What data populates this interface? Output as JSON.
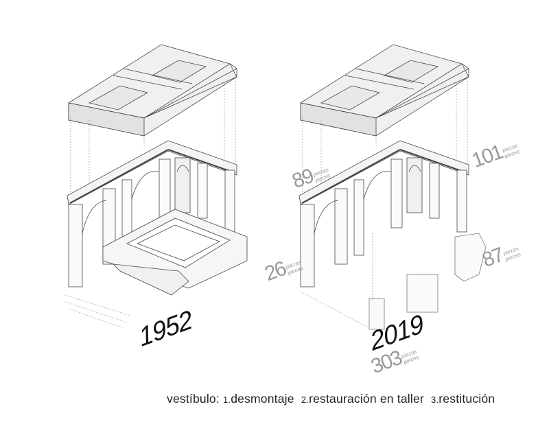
{
  "left_drawing": {
    "year": "1952"
  },
  "right_drawing": {
    "year": "2019",
    "total": {
      "count": "303",
      "unit_es": "piezas",
      "unit_en": "pieces"
    },
    "groups": [
      {
        "count": "89",
        "unit_es": "piezas",
        "unit_en": "pieces"
      },
      {
        "count": "101",
        "unit_es": "piezas",
        "unit_en": "pieces"
      },
      {
        "count": "26",
        "unit_es": "piezas",
        "unit_en": "pieces"
      },
      {
        "count": "87",
        "unit_es": "piezas",
        "unit_en": "pieces"
      }
    ]
  },
  "caption": {
    "prefix": "vestíbulo:",
    "steps": [
      {
        "num": "1.",
        "label": "desmontaje"
      },
      {
        "num": "2.",
        "label": "restauración en taller"
      },
      {
        "num": "3.",
        "label": "restitución"
      }
    ]
  }
}
